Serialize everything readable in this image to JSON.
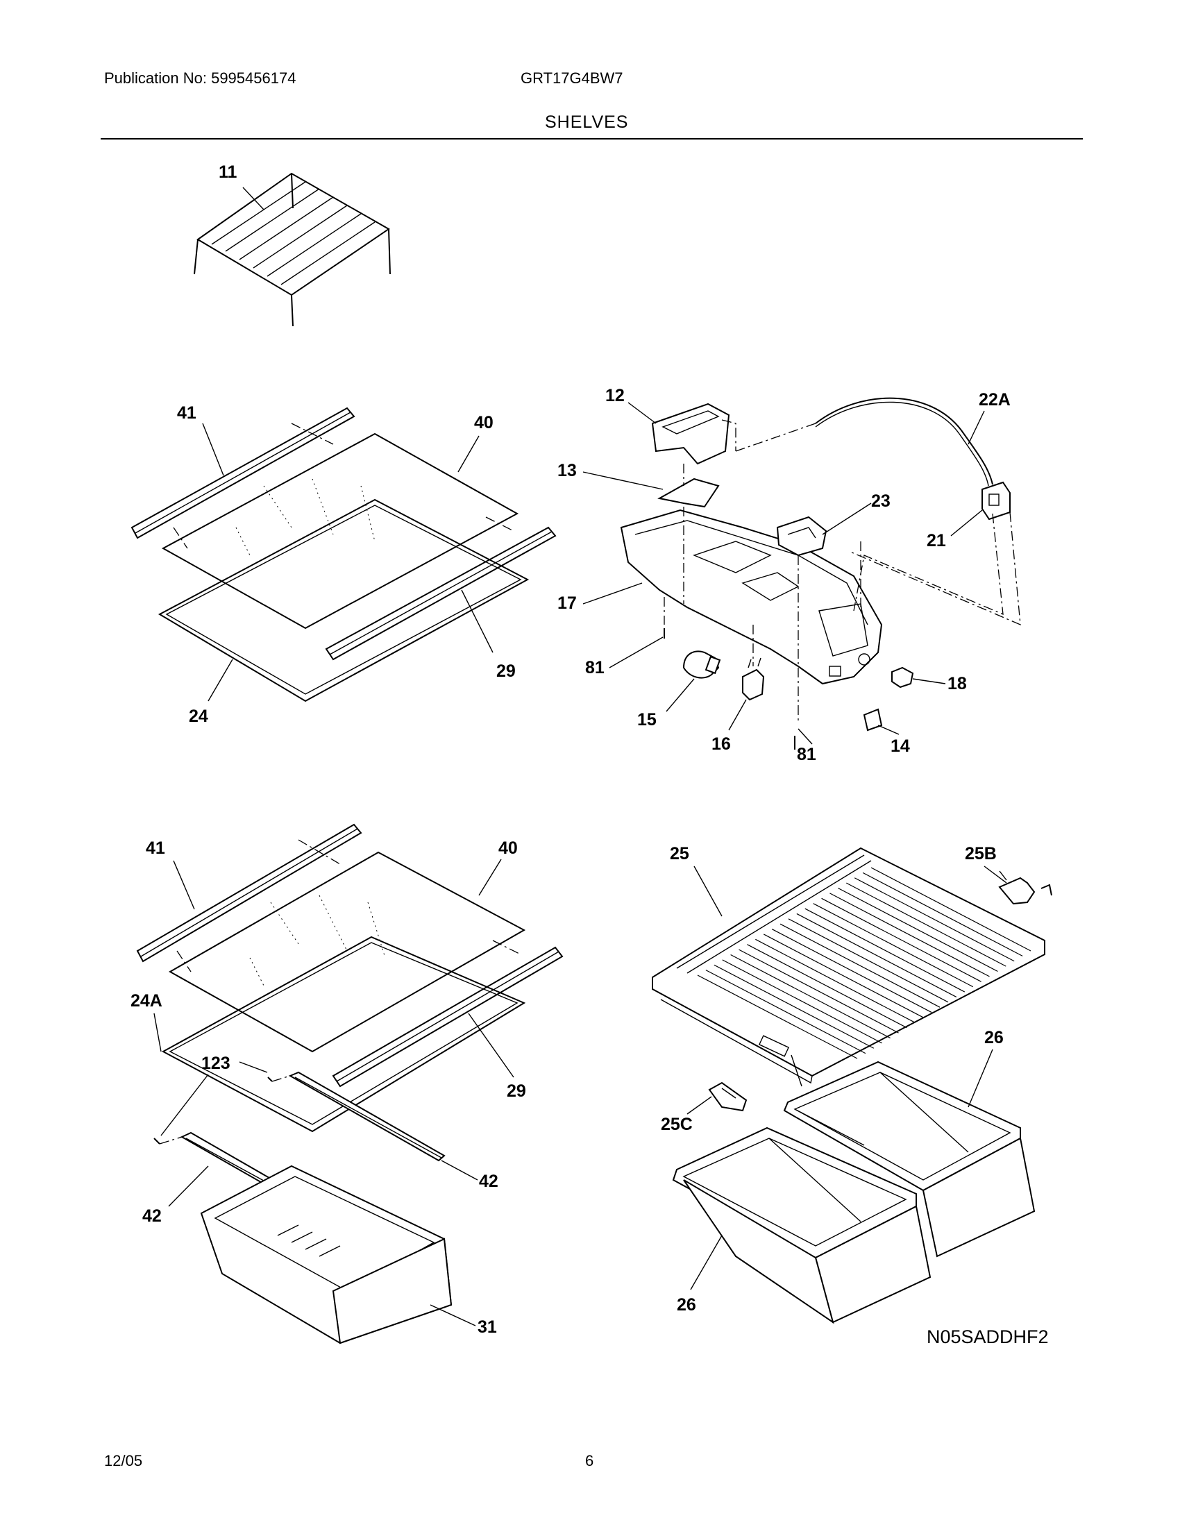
{
  "header": {
    "publication": "Publication No: 5995456174",
    "model": "GRT17G4BW7",
    "section": "SHELVES"
  },
  "footer": {
    "date": "12/05",
    "page": "6"
  },
  "diagram_code": "N05SADDHF2",
  "callouts": {
    "c11": "11",
    "c41a": "41",
    "c40a": "40",
    "c29a": "29",
    "c24": "24",
    "c12": "12",
    "c13": "13",
    "c17": "17",
    "c81a": "81",
    "c15": "15",
    "c16": "16",
    "c81b": "81",
    "c14": "14",
    "c18": "18",
    "c21": "21",
    "c22a": "22A",
    "c23": "23",
    "c41b": "41",
    "c40b": "40",
    "c24a": "24A",
    "c123": "123",
    "c29b": "29",
    "c42a": "42",
    "c42b": "42",
    "c31": "31",
    "c25": "25",
    "c25b": "25B",
    "c25c": "25C",
    "c26a": "26",
    "c26b": "26"
  }
}
